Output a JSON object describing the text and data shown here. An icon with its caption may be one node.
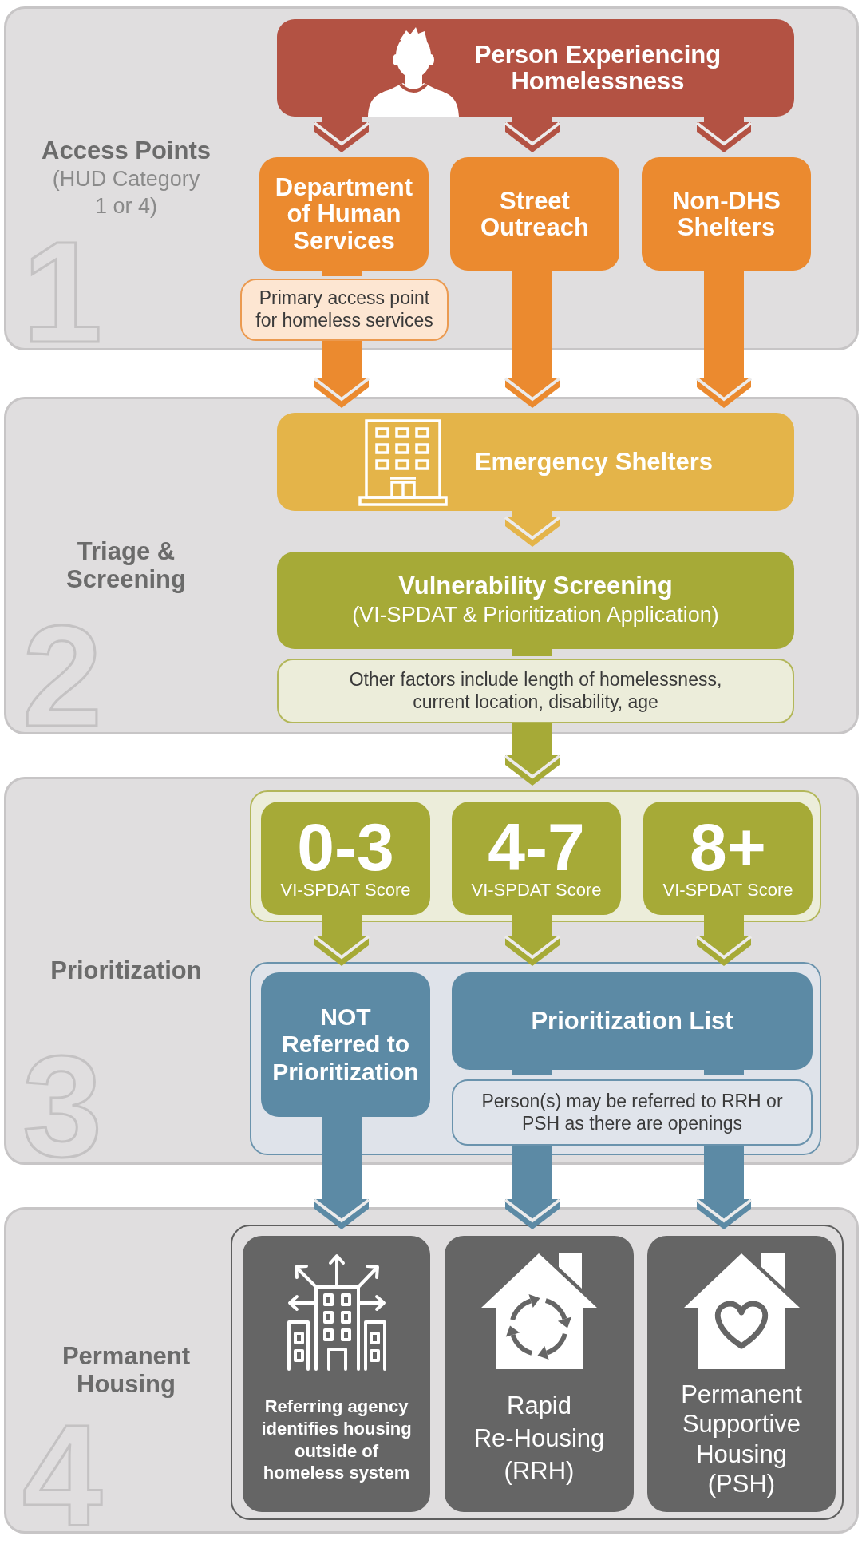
{
  "diagram": {
    "nodes": [
      {
        "text": [
          "Access Points",
          "(HUD Category 1 or 4)",
          "1"
        ]
      },
      {
        "text": [
          "Person Experiencing Homelessness"
        ],
        "in": 0
      },
      {
        "text": [
          "Department of Human Services"
        ],
        "in": 0
      },
      {
        "text": [
          "Street Outreach"
        ],
        "in": 0
      },
      {
        "text": [
          "Non-DHS Shelters"
        ],
        "in": 0
      },
      {
        "text": [
          "Primary access point for homeless services"
        ],
        "in": 0
      },
      {
        "text": [
          "Triage & Screening",
          "2"
        ]
      },
      {
        "text": [
          "Emergency Shelters"
        ],
        "in": 6
      },
      {
        "text": [
          "Vulnerability Screening",
          "(VI-SPDAT & Prioritization Application)"
        ],
        "in": 6
      },
      {
        "text": [
          "Other factors include length of homelessness, current location, disability, age"
        ],
        "in": 6
      },
      {
        "text": [
          "Prioritization",
          "3"
        ]
      },
      {
        "text": [],
        "shape": "box",
        "in": 10
      },
      {
        "text": [
          "0-3",
          "VI-SPDAT Score"
        ],
        "in": 11
      },
      {
        "text": [
          "4-7",
          "VI-SPDAT Score"
        ],
        "in": 11
      },
      {
        "text": [
          "8+",
          "VI-SPDAT Score"
        ],
        "in": 11
      },
      {
        "text": [],
        "shape": "box",
        "in": 10
      },
      {
        "text": [
          "NOT Referred to Prioritization"
        ],
        "in": 15
      },
      {
        "text": [
          "Prioritization List"
        ],
        "in": 15
      },
      {
        "text": [
          "Person(s) may be referred to RRH or PSH as there are openings"
        ],
        "in": 15
      },
      {
        "text": [
          "Permanent Housing",
          "4"
        ]
      },
      {
        "text": [],
        "shape": "box",
        "in": 19
      },
      {
        "text": [
          "Referring agency identifies housing outside of homeless system"
        ],
        "in": 20
      },
      {
        "text": [
          "Rapid Re-Housing (RRH)"
        ],
        "in": 20
      },
      {
        "text": [
          "Permanent Supportive Housing (PSH)"
        ],
        "in": 20
      }
    ],
    "edges": [
      {
        "from": 1,
        "to": 2,
        "arrow": "to",
        "color": "#b35243"
      },
      {
        "from": 1,
        "to": 3,
        "arrow": "to",
        "color": "#b35243"
      },
      {
        "from": 1,
        "to": 4,
        "arrow": "to",
        "color": "#b35243"
      },
      {
        "from": 2,
        "to": 5,
        "arrow": "none",
        "color": "#eb8a2f"
      },
      {
        "from": 5,
        "to": 7,
        "arrow": "to",
        "color": "#eb8a2f"
      },
      {
        "from": 3,
        "to": 7,
        "arrow": "to",
        "color": "#eb8a2f"
      },
      {
        "from": 4,
        "to": 7,
        "arrow": "to",
        "color": "#eb8a2f"
      },
      {
        "from": 7,
        "to": 8,
        "arrow": "to",
        "color": "#e4b449"
      },
      {
        "from": 8,
        "to": 9,
        "arrow": "none",
        "color": "#a6aa37"
      },
      {
        "from": 9,
        "to": 11,
        "arrow": "to",
        "color": "#a6aa37"
      },
      {
        "from": 12,
        "to": 16,
        "arrow": "to",
        "color": "#a6aa37"
      },
      {
        "from": 13,
        "to": 17,
        "arrow": "to",
        "color": "#a6aa37"
      },
      {
        "from": 14,
        "to": 17,
        "arrow": "to",
        "color": "#a6aa37"
      },
      {
        "from": 16,
        "to": 21,
        "arrow": "to",
        "color": "#5c8aa5"
      },
      {
        "from": 17,
        "to": 18,
        "arrow": "none",
        "color": "#5c8aa5"
      },
      {
        "from": 17,
        "to": 18,
        "arrow": "none",
        "color": "#5c8aa5"
      },
      {
        "from": 18,
        "to": 22,
        "arrow": "to",
        "color": "#5c8aa5"
      },
      {
        "from": 18,
        "to": 23,
        "arrow": "to",
        "color": "#5c8aa5"
      }
    ]
  }
}
